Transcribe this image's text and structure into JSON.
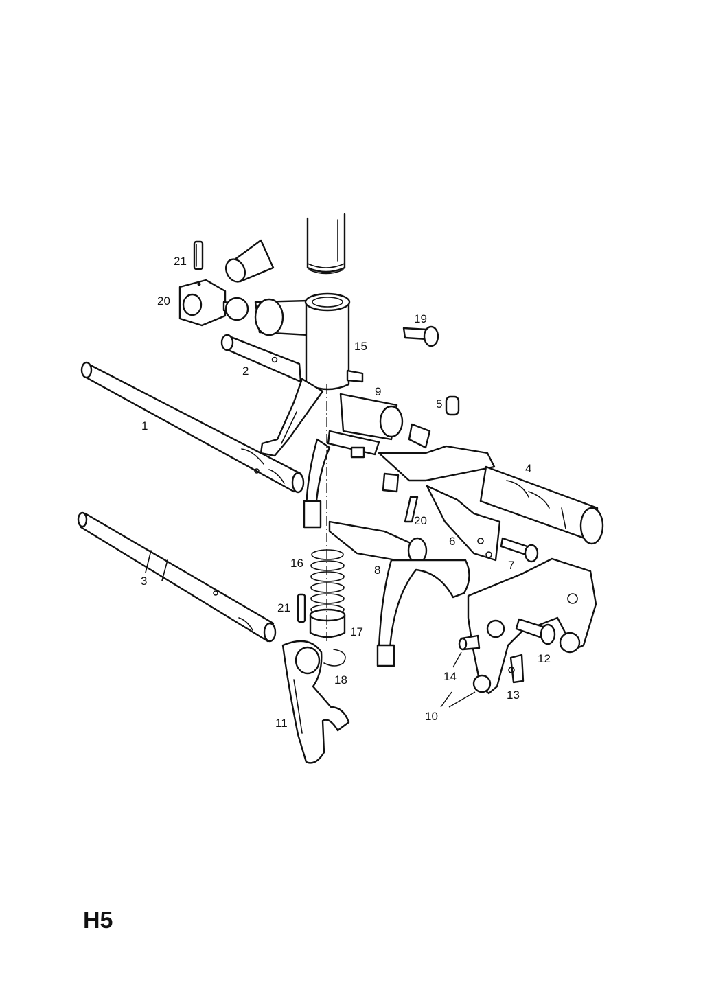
{
  "sheet_label": "H5",
  "callouts": [
    "21",
    "20",
    "19",
    "15",
    "2",
    "9",
    "5",
    "1",
    "4",
    "20",
    "6",
    "7",
    "16",
    "8",
    "3",
    "21",
    "17",
    "12",
    "18",
    "14",
    "13",
    "10",
    "11"
  ]
}
